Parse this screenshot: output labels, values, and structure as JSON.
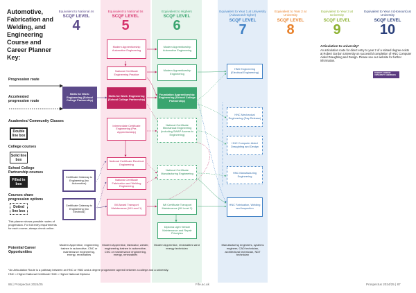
{
  "title_lines": [
    "Automotive,",
    "Fabrication and",
    "Welding, and",
    "Engineering",
    "Course and",
    "Career Planner",
    "Key:"
  ],
  "key": {
    "progression": "Progression route",
    "accelerated_1": "Accelerated",
    "accelerated_2": "progression route",
    "academies": "Academies/ Community Classes",
    "double_box": "Double line box",
    "college_courses": "College courses",
    "solid_box": "Solid line box",
    "scp_courses": "School College Partnership courses",
    "filled_box": "Filled in box",
    "shared_routes": "Courses share progression options",
    "dotted_box": "Dotted line box",
    "planner_note": "This planner shows possible routes of progression. For full entry requirements for each course, always check online.",
    "career_label_1": "Potential Career",
    "career_label_2": "Opportunities"
  },
  "columns": [
    {
      "eq": "Equivalent to National 4s",
      "level": "SCQF LEVEL",
      "num": "4",
      "color": "#5b4a8a",
      "bg": "#ffffff"
    },
    {
      "eq": "Equivalent to National 5s",
      "level": "SCQF LEVEL",
      "num": "5",
      "color": "#d6336c",
      "bg": "#fbe4ec"
    },
    {
      "eq": "Equivalent to Highers",
      "level": "SCQF LEVEL",
      "num": "6",
      "color": "#3aa56f",
      "bg": "#e6f4ec"
    },
    {
      "eq": "Equivalent to Year 1 at University (Advanced Higher)",
      "level": "SCQF LEVEL",
      "num": "7",
      "color": "#3d7fc4",
      "bg": "#e3edf8"
    },
    {
      "eq": "Equivalent to Year 2 at University",
      "level": "SCQF LEVEL",
      "num": "8",
      "color": "#e8812a",
      "bg": "#ffffff"
    },
    {
      "eq": "Equivalent to Year 3 at University",
      "level": "SCQF LEVEL",
      "num": "9",
      "color": "#8cb130",
      "bg": "#ffffff"
    },
    {
      "eq": "Equivalent to Year 4 (Honours) at University",
      "level": "SCQF LEVEL",
      "num": "10",
      "color": "#2a3f7a",
      "bg": "#ffffff"
    }
  ],
  "articulation": {
    "heading": "Articulation to university*",
    "body": "An articulation route for direct entry to year 2 of a related degree exists at Robert Gordon University on successful completion of HNC Computer Aided Draughting and Design. Please see our website for further information.",
    "logo": "ROBERT GORDON UNIVERSITY ABERDEEN"
  },
  "nodes": {
    "c4_sfw": "Skills for Work: Engineering (School College Partnership)",
    "c4_gw_auto": "Certificate Gateway to Engineering (inc Automotive)",
    "c4_gw_elec": "Certificate Gateway to Engineering (inc Electrical)",
    "c5_modern": "Modern Apprenticeship Automotive Engineering",
    "c5_nc_prac": "National Certificate Engineering Practice",
    "c5_sfw": "Skills for Work: Engineering (School College Partnership)",
    "c5_int": "Intermediate Certificate Engineering (Pre-Apprenticeship)",
    "c5_nc_elec": "National Certificate Electrical Engineering",
    "c5_nc_fab": "National Certificate Fabrication and Welding Engineering",
    "c5_imi": "IMI Award Transport Maintenance (MI Level 1)",
    "c6_modern": "Modern Apprenticeship Automotive Engineering",
    "c6_modern2": "Modern Apprenticeship Engineering",
    "c6_found": "Foundation Apprenticeship: Engineering (School College Partnership)",
    "c6_nc_mech": "National Certificate Mechanical Engineering (including SWAP Access to Engineering)",
    "c6_nc_manu": "National Certificate Manufacturing Engineering",
    "c6_imi": "IMI Certificate Transport Maintenance (MI Level 2)",
    "c6_diploma": "Diploma Light Vehicle Maintenance and Repair Principles",
    "c7_hnd": "HND Engineering (Electrical Engineering)",
    "c7_hnc_mech": "HNC Mechanical Engineering (Day Release)",
    "c7_hnc_cad": "HNC Computer Aided Draughting and Design",
    "c7_hnc_manu": "HNC Manufacturing Engineering",
    "c7_hnc_fab": "HNC Fabrication, Welding and Inspection"
  },
  "careers": {
    "c4": "Modern Apprentice, engineering trainee in automotive, CNC or maintenance engineering, energy, renewables",
    "c5": "Modern Apprentice, fabricator, welder, engineering trainee in automotive, CNC or maintenance engineering, energy, renewables",
    "c6": "Modern Apprentice, renewables wind energy technician",
    "c7": "Manufacturing engineers, systems engineer, CAD technician, architectural technician, NDT technician"
  },
  "footnotes": {
    "line1": "*An Articulation Route is a pathway between an HNC or HND and a degree programme agreed between a college and a university.",
    "line2": "HNC = Higher National Certificate  HND = Higher National Diploma"
  },
  "page_footer": {
    "left": "86  |  Prospectus 2024/25",
    "center": "Fife.ac.uk",
    "right": "Prospectus 2024/25  |  87"
  }
}
